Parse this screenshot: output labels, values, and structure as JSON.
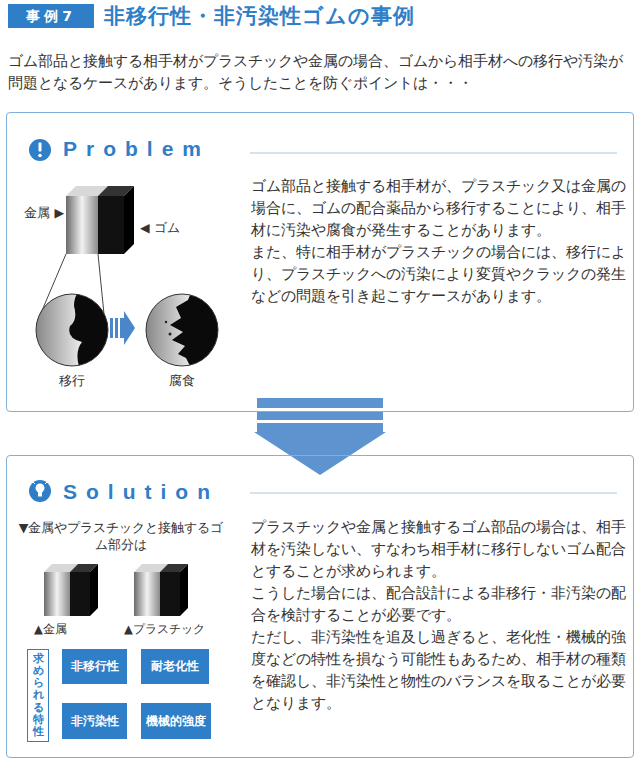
{
  "diagram": {
    "title": "非移行性・非汚染性ゴムの事例",
    "nodes": [
      {
        "text": [
          "Problem",
          "ゴム部品と接触する相手材が、プラスチック又は金属の場合に、ゴムの配合薬品から移行することにより、相手材に汚染や腐食が発生することがあります。",
          "また、特に相手材がプラスチックの場合には、移行により、プラスチックへの汚染により変質やクラックの発生などの問題を引き起こすケースがあります。"
        ]
      },
      {
        "text": [
          "Solution",
          "プラスチックや金属と接触するゴム部品の場合は、相手材を汚染しない、すなわち相手材に移行しないゴム配合とすることが求められます。",
          "こうした場合には、配合設計による非移行・非汚染の配合を検討することが必要です。",
          "ただし、非汚染性を追及し過ぎると、老化性・機械的強度などの特性を損なう可能性もあるため、相手材の種類を確認し、非汚染性と物性のバランスを取ることが必要となります。"
        ]
      },
      {
        "text": [
          "求められる特性"
        ],
        "in": 1
      },
      {
        "text": [
          "非移行性"
        ],
        "in": 1
      },
      {
        "text": [
          "耐老化性"
        ],
        "in": 1
      },
      {
        "text": [
          "非汚染性"
        ],
        "in": 1
      },
      {
        "text": [
          "機械的強度"
        ],
        "in": 1
      }
    ],
    "edges": [
      {
        "from": 0,
        "to": 1,
        "arrow": "to"
      }
    ],
    "labels": [
      "事例7",
      "ゴム部品と接触する相手材がプラスチックや金属の場合、ゴムから相手材への移行や汚染が問題となるケースがあります。そうしたことを防ぐポイントは・・・",
      "金属 ▶",
      "◀ ゴム",
      "移行",
      "腐食",
      "▼金属やプラスチックと接触するゴム部分は",
      "▲金属",
      "▲プラスチック"
    ]
  }
}
